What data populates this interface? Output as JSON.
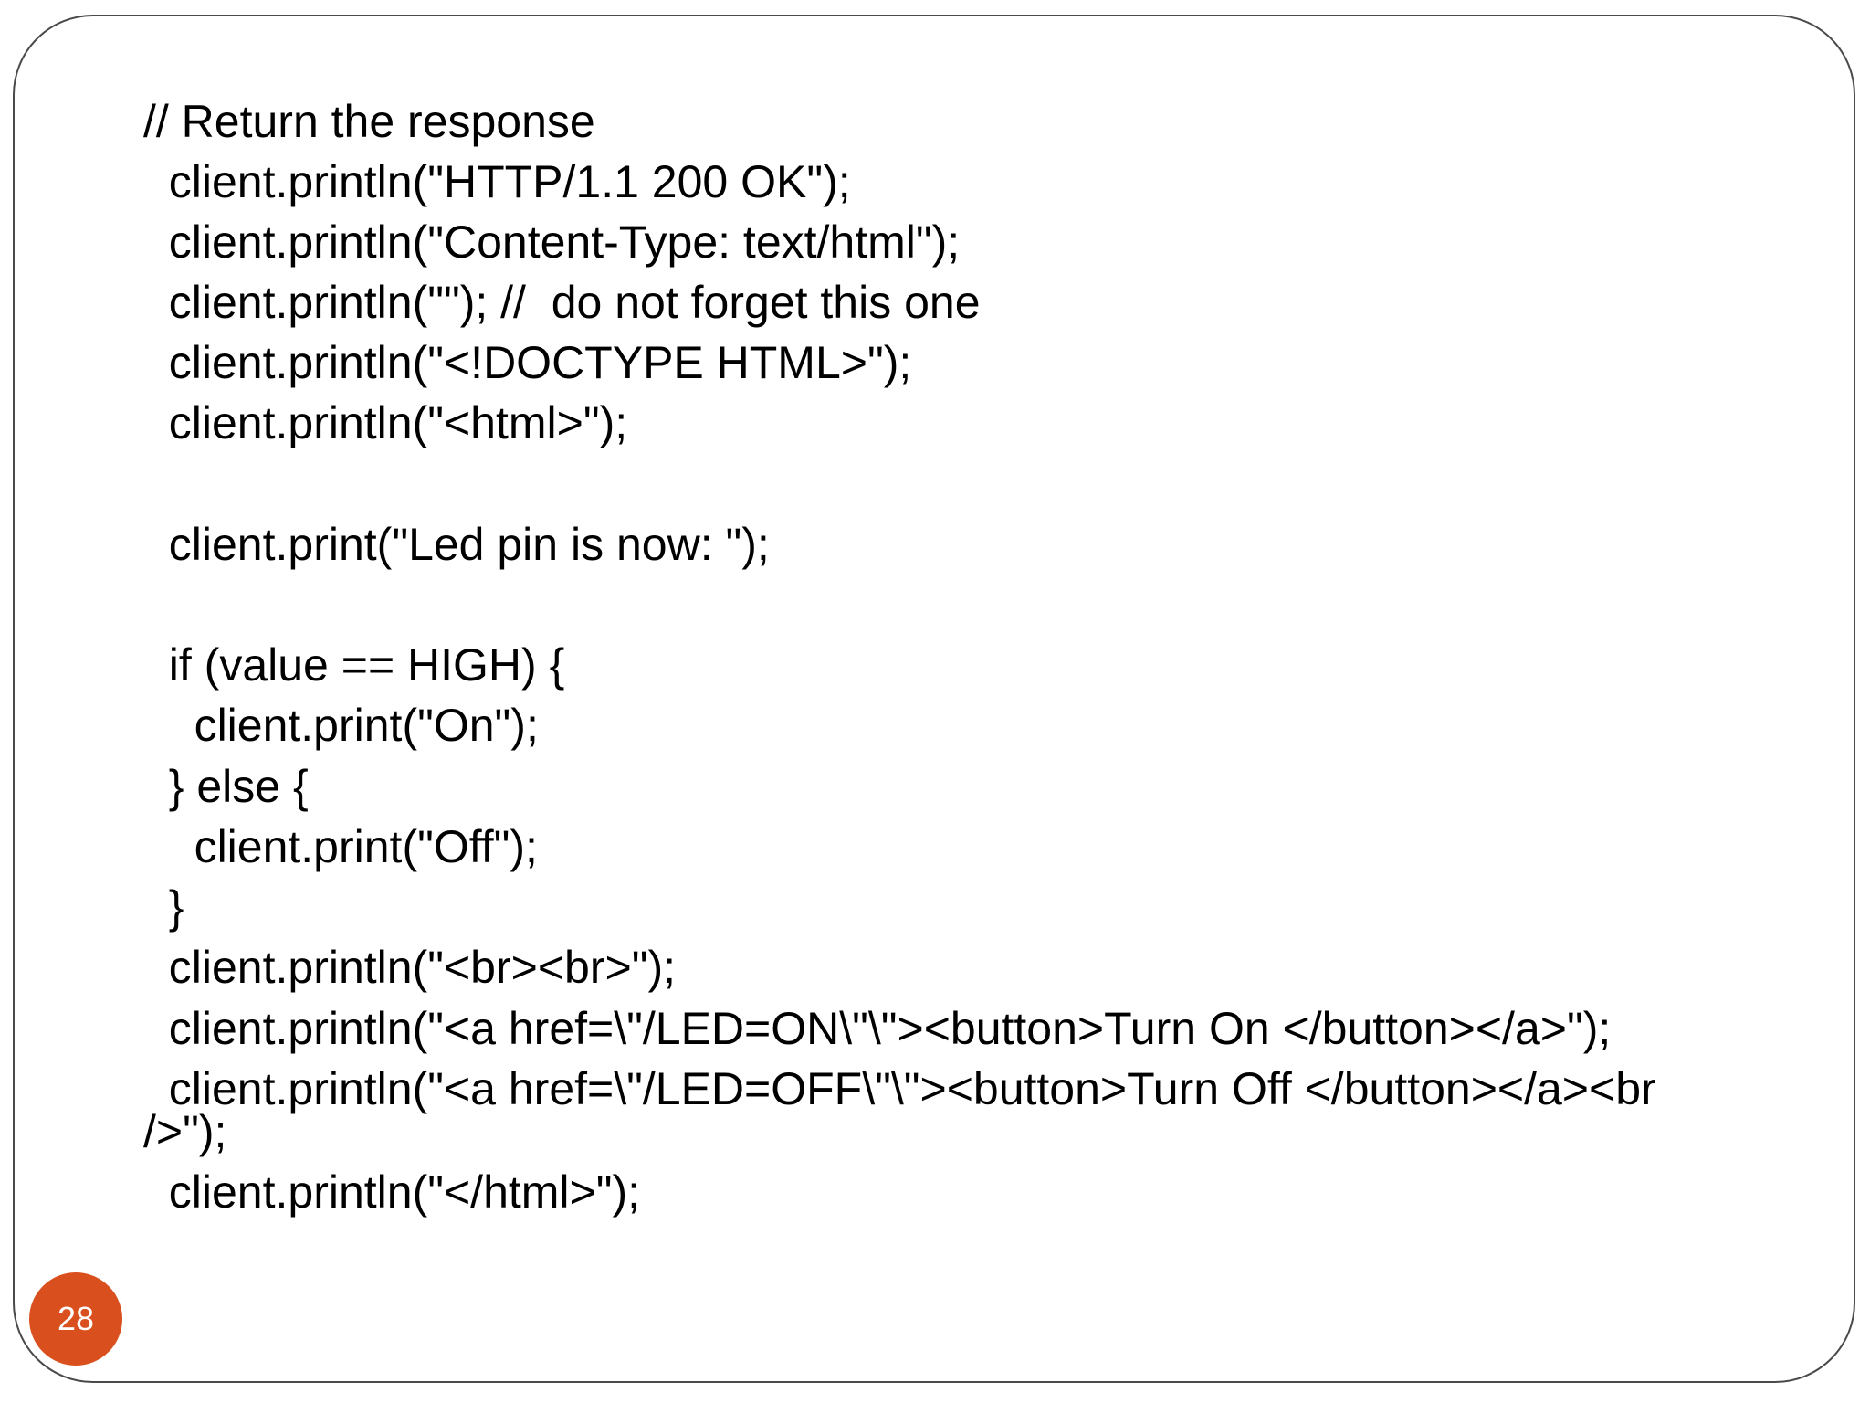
{
  "slide": {
    "page_number": "28",
    "accent_color": "#d9501e",
    "border_color": "#4a4a4a"
  },
  "code": {
    "lines": [
      "// Return the response",
      "  client.println(\"HTTP/1.1 200 OK\");",
      "  client.println(\"Content-Type: text/html\");",
      "  client.println(\"\"); //  do not forget this one",
      "  client.println(\"<!DOCTYPE HTML>\");",
      "  client.println(\"<html>\");",
      "  client.print(\"Led pin is now: \");",
      "  if (value == HIGH) {",
      "    client.print(\"On\");",
      "  } else {",
      "    client.print(\"Off\");",
      "  }",
      "  client.println(\"<br><br>\");",
      "  client.println(\"<a href=\\\"/LED=ON\\\"\\\"><button>Turn On </button></a>\");",
      "  client.println(\"<a href=\\\"/LED=OFF\\\"\\\"><button>Turn Off </button></a><br",
      "/>\");",
      "  client.println(\"</html>\");"
    ]
  }
}
